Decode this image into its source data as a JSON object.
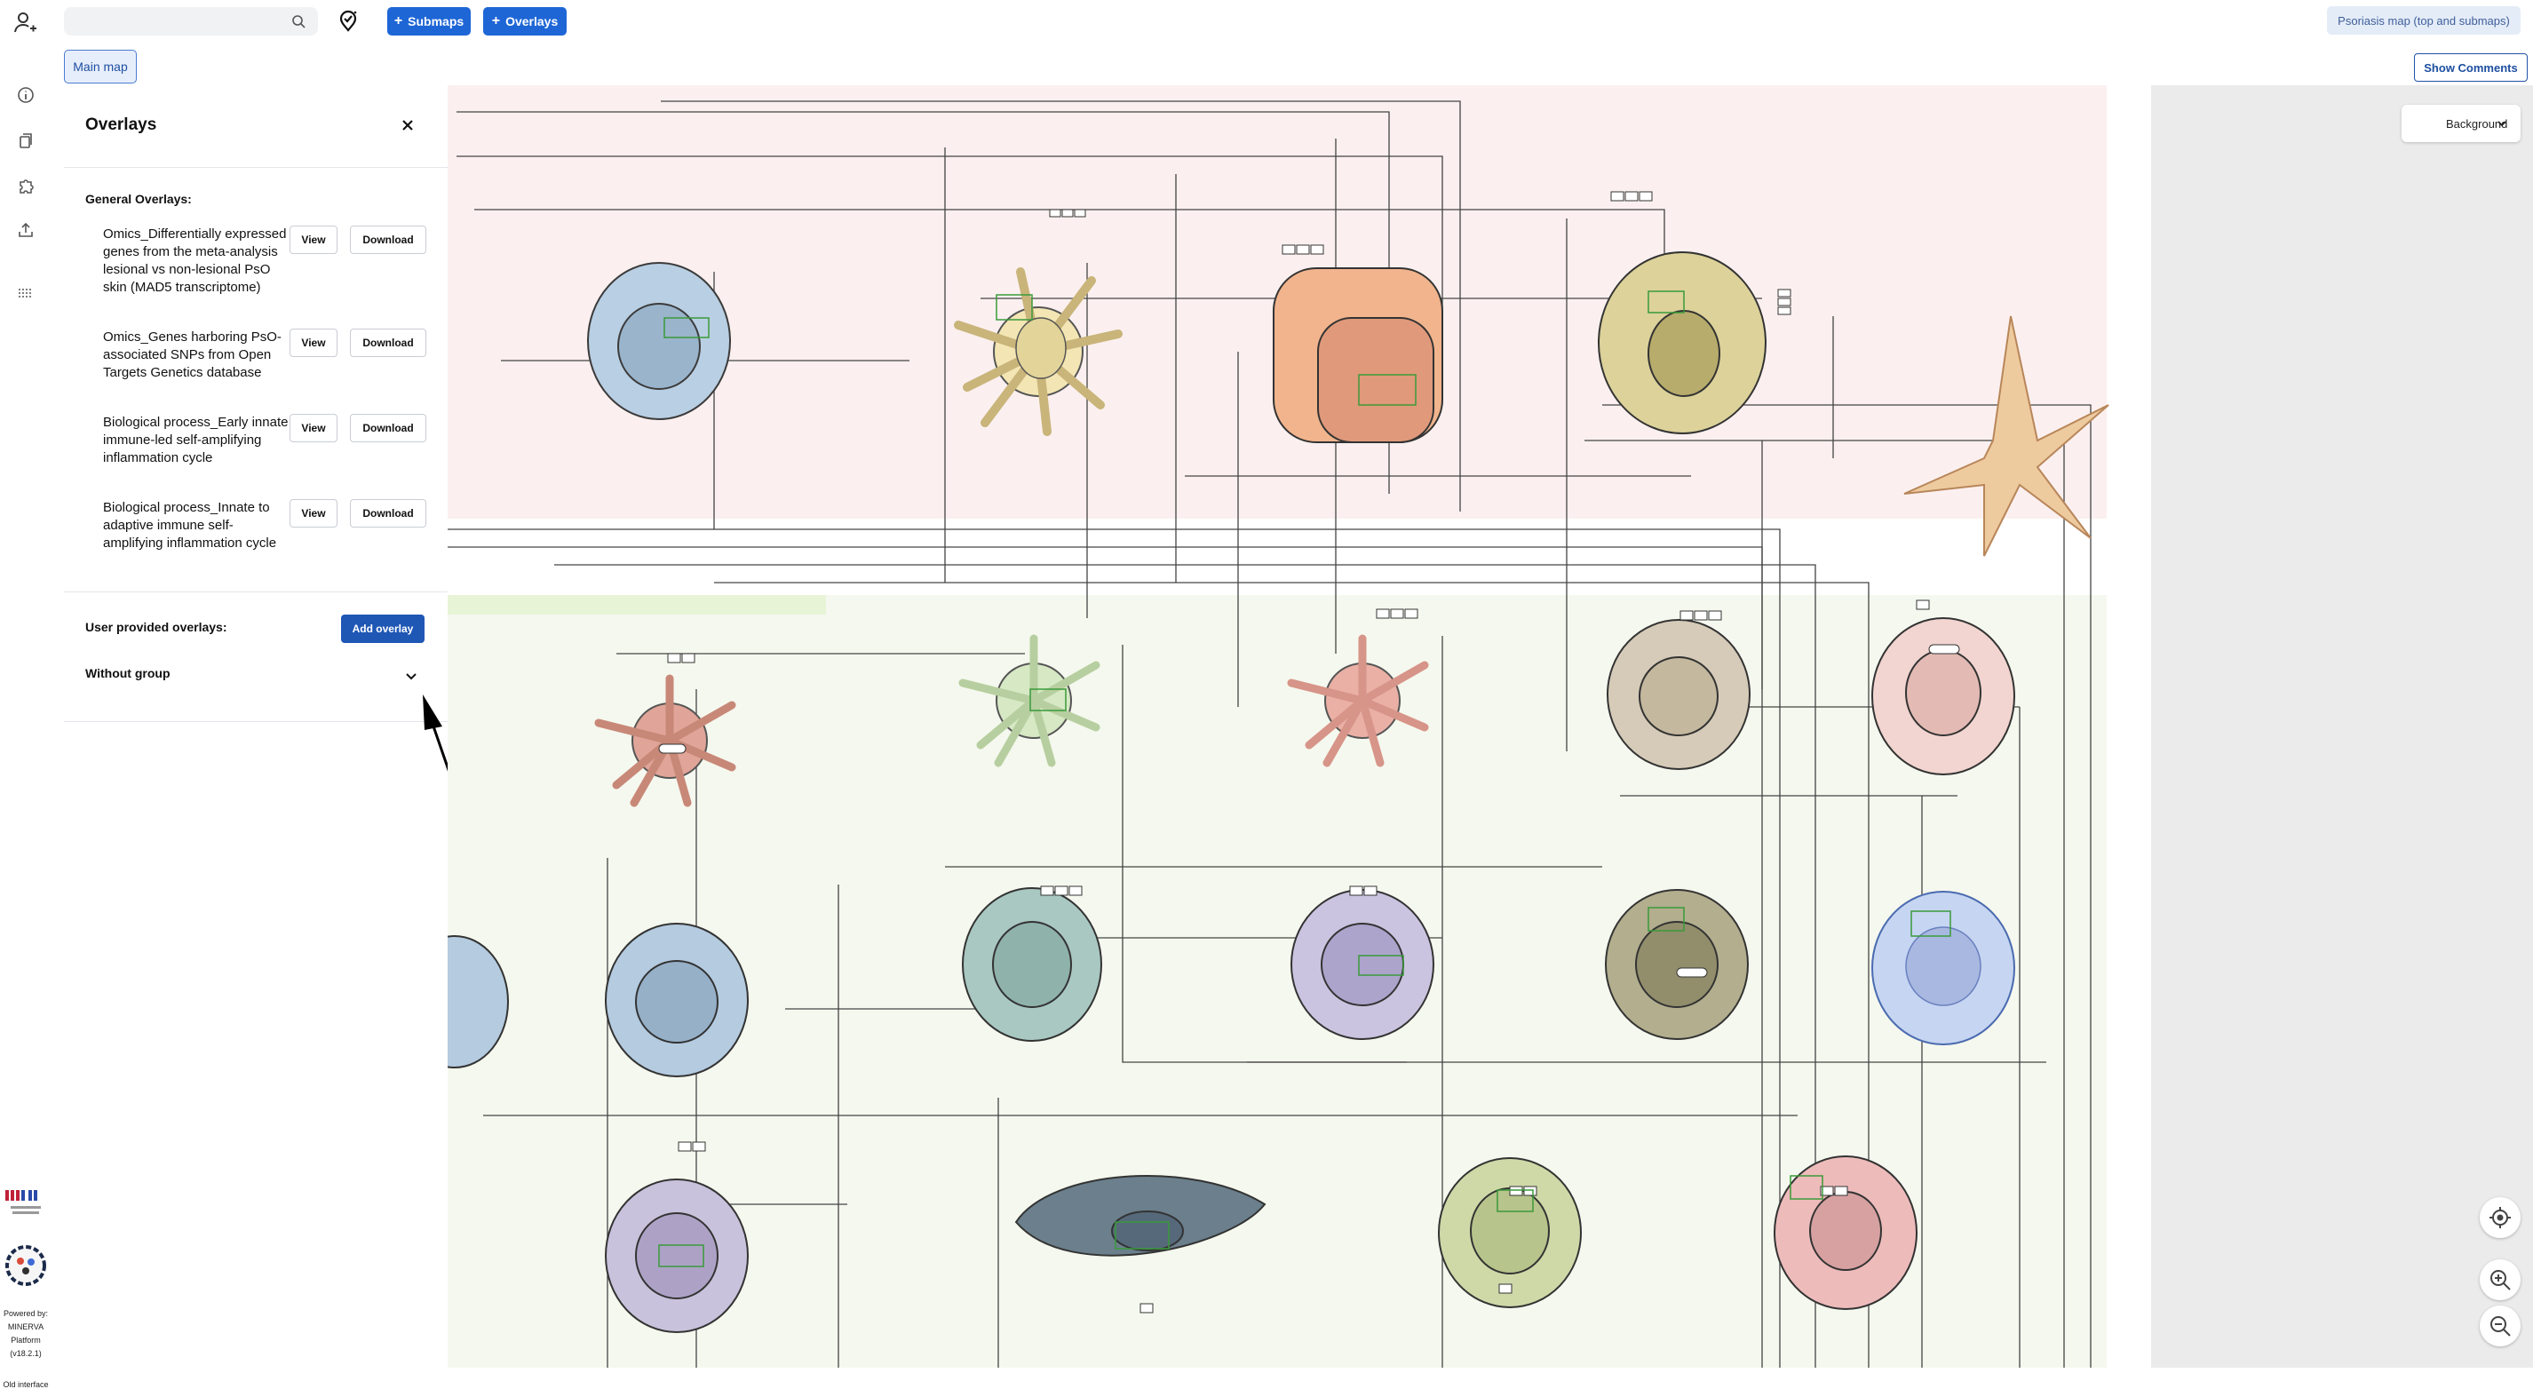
{
  "topbar": {
    "search": {
      "value": "",
      "placeholder": ""
    },
    "submaps_label": "Submaps",
    "overlays_label": "Overlays",
    "project_name": "Psoriasis map (top and submaps)"
  },
  "tabs": {
    "main_map": "Main map",
    "show_comments": "Show Comments"
  },
  "drawer": {
    "title": "Overlays",
    "general_label": "General Overlays:",
    "overlays": [
      {
        "name": "Omics_Differentially expressed genes from the meta-analysis lesional vs non-lesional PsO skin (MAD5 transcriptome)",
        "view": "View",
        "download": "Download"
      },
      {
        "name": "Omics_Genes harboring PsO-associated SNPs from Open Targets Genetics database",
        "view": "View",
        "download": "Download"
      },
      {
        "name": "Biological process_Early innate immune-led self-amplifying inflammation cycle",
        "view": "View",
        "download": "Download"
      },
      {
        "name": "Biological process_Innate to adaptive immune self-amplifying inflammation cycle",
        "view": "View",
        "download": "Download"
      }
    ],
    "user_label": "User provided overlays:",
    "add_overlay": "Add overlay",
    "group_label": "Without group"
  },
  "map": {
    "background_label": "Background"
  },
  "sidebar": {
    "powered_by": [
      "Powered by:",
      "MINERVA",
      "Platform",
      "(v18.2.1)"
    ],
    "old_interface": "Old interface"
  },
  "icons": {
    "user": "user-icon",
    "search": "search-icon",
    "pin": "location-pin-icon",
    "info": "info-icon",
    "layers": "layers-icon",
    "puzzle": "puzzle-icon",
    "export": "export-icon",
    "legend": "legend-icon",
    "locate": "locate-icon",
    "zoom_in": "zoom-in-icon",
    "zoom_out": "zoom-out-icon"
  },
  "colors": {
    "primary": "#1e66d6",
    "project_badge": "#e4ecf8",
    "map_gutter": "#ebebeb"
  }
}
